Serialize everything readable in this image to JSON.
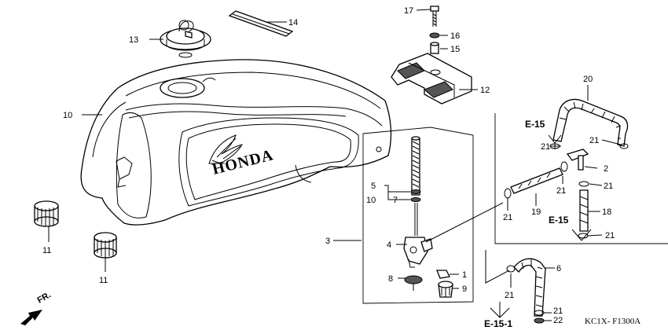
{
  "diagram": {
    "brand_text": "HONDA",
    "catalog_code": "KC1X‐ F1300A",
    "direction_label": "FR.",
    "refs": {
      "e15_top": "E-15",
      "e15_mid": "E-15",
      "e151": "E-15-1"
    },
    "labels": {
      "p1": "1",
      "p2": "2",
      "p3": "3",
      "p4": "4",
      "p5": "5",
      "p6": "6",
      "p7": "7",
      "p8": "8",
      "p9": "9",
      "p10a": "10",
      "p10b": "10",
      "p11a": "11",
      "p11b": "11",
      "p12": "12",
      "p13": "13",
      "p14": "14",
      "p15": "15",
      "p16": "16",
      "p17": "17",
      "p18": "18",
      "p19": "19",
      "p20": "20",
      "p21a": "21",
      "p21b": "21",
      "p21c": "21",
      "p21d": "21",
      "p21e": "21",
      "p21f": "21",
      "p21g": "21",
      "p21h": "21",
      "p22": "22"
    }
  }
}
